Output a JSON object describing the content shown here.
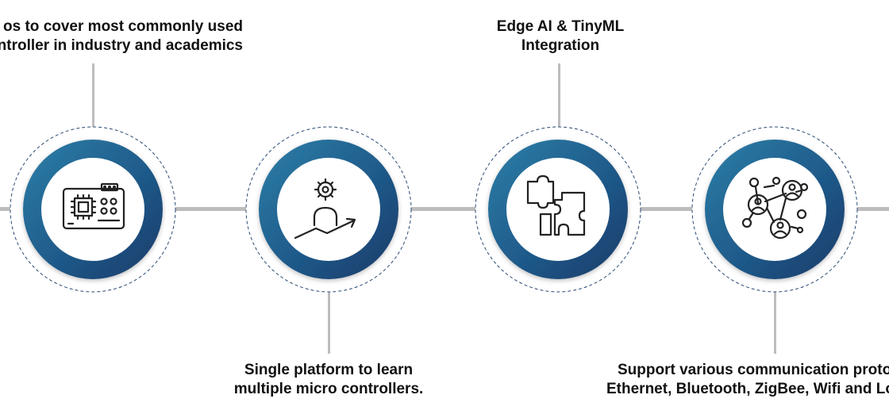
{
  "colors": {
    "line": "#bdbdbd",
    "ring_dark": "#1b3a68",
    "ring_mid": "#1f5a8a",
    "ring_light": "#2d7fa8",
    "dash": "#2a4a75",
    "text": "#111111",
    "icon": "#222222"
  },
  "steps": [
    {
      "icon": "circuit-board-icon",
      "caption": [
        "os to cover most commonly used",
        "ontroller in industry and academics"
      ]
    },
    {
      "icon": "person-gear-growth-icon",
      "caption": [
        "Single platform to learn",
        "multiple micro controllers."
      ]
    },
    {
      "icon": "puzzle-pieces-icon",
      "caption": [
        "Edge AI & TinyML",
        "Integration"
      ]
    },
    {
      "icon": "network-people-icon",
      "caption": [
        "Support various communication proto",
        "Ethernet, Bluetooth, ZigBee, Wifi and Lo"
      ]
    }
  ]
}
